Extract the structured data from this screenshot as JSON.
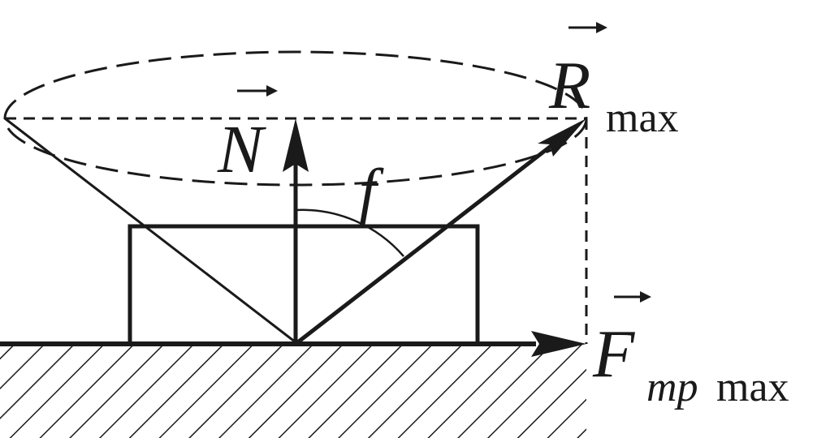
{
  "labels": {
    "normal_force": "N",
    "max_reaction": "R",
    "max_reaction_subscript": "max",
    "friction_force": "F",
    "friction_subscript_italic": "тр",
    "friction_subscript_plain": "max",
    "angle": "f"
  },
  "colors": {
    "ink": "#1a1a1a",
    "background": "#ffffff"
  }
}
